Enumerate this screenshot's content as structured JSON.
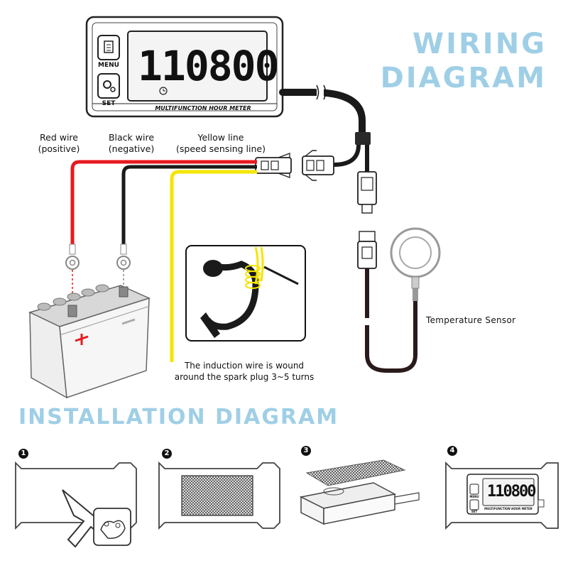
{
  "titles": {
    "wiring_line1": "WIRING",
    "wiring_line2": "DIAGRAM",
    "installation": "INSTALLATION DIAGRAM"
  },
  "meter": {
    "display": "110800",
    "menu_label": "MENU",
    "set_label": "SET",
    "name": "MULTIFUNCTION HOUR METER"
  },
  "wires": {
    "red_line1": "Red wire",
    "red_line2": "(positive)",
    "black_line1": "Black wire",
    "black_line2": "(negative)",
    "yellow_line1": "Yellow line",
    "yellow_line2": "(speed sensing line)"
  },
  "sensor_label": "Temperature Sensor",
  "induction_note_line1": "The induction wire is wound",
  "induction_note_line2": "around the spark plug 3~5 turns",
  "steps": [
    {
      "number": "1"
    },
    {
      "number": "2"
    },
    {
      "number": "3"
    },
    {
      "number": "4",
      "display": "110800",
      "menu_label": "MENU",
      "set_label": "SET",
      "name": "MULTIFUNCTION HOUR METER"
    }
  ],
  "colors": {
    "title": "#9fcfe6",
    "red_wire": "#e8191e",
    "black_wire": "#1a1a1a",
    "yellow_wire": "#f5e400"
  }
}
